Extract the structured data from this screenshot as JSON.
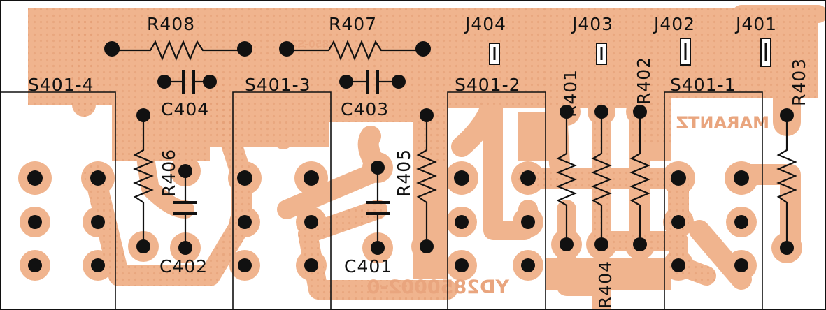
{
  "board": {
    "colors": {
      "copper": "#f0b48e",
      "copper_edge": "#e9a57e",
      "ink": "#111111",
      "background": "#ffffff"
    },
    "resistors": [
      {
        "id": "r408",
        "label": "R408"
      },
      {
        "id": "r407",
        "label": "R407"
      },
      {
        "id": "r406",
        "label": "R406"
      },
      {
        "id": "r405",
        "label": "R405"
      },
      {
        "id": "r401",
        "label": "R401"
      },
      {
        "id": "r402",
        "label": "R402"
      },
      {
        "id": "r403",
        "label": "R403"
      },
      {
        "id": "r404",
        "label": "R404"
      }
    ],
    "capacitors": [
      {
        "id": "c404",
        "label": "C404"
      },
      {
        "id": "c403",
        "label": "C403"
      },
      {
        "id": "c402",
        "label": "C402"
      },
      {
        "id": "c401",
        "label": "C401"
      }
    ],
    "jacks": [
      {
        "id": "j404",
        "label": "J404"
      },
      {
        "id": "j403",
        "label": "J403"
      },
      {
        "id": "j402",
        "label": "J402"
      },
      {
        "id": "j401",
        "label": "J401"
      }
    ],
    "switches": [
      {
        "id": "s4014",
        "label": "S401-4"
      },
      {
        "id": "s4013",
        "label": "S401-3"
      },
      {
        "id": "s4012",
        "label": "S401-2"
      },
      {
        "id": "s4011",
        "label": "S401-1"
      }
    ],
    "silkscreen": {
      "brand": "MARANTZ",
      "part_number": "YD2850002-0",
      "small_mark": "2850-S2"
    }
  }
}
